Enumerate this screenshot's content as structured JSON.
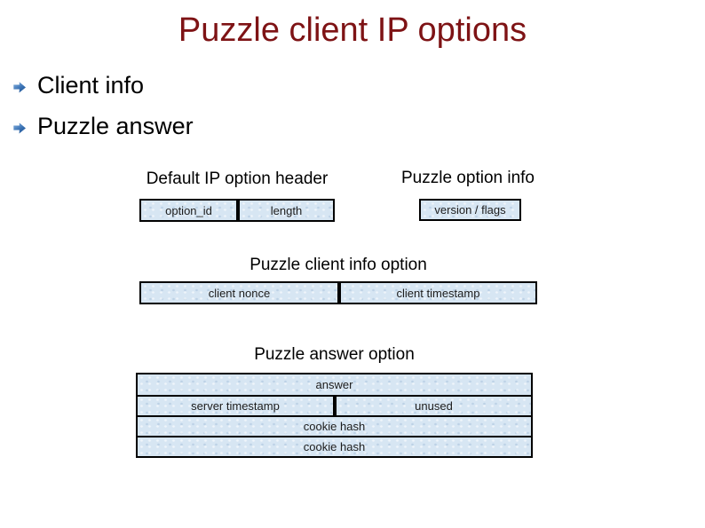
{
  "slide": {
    "title": "Puzzle client IP options",
    "bullets": [
      {
        "label": "Client info"
      },
      {
        "label": "Puzzle answer"
      }
    ]
  },
  "diagrams": {
    "default_header": {
      "title": "Default IP option header",
      "fields": [
        "option_id",
        "length"
      ]
    },
    "option_info": {
      "title": "Puzzle option info",
      "fields": [
        "version / flags"
      ]
    },
    "client_info": {
      "title": "Puzzle client info option",
      "fields": [
        "client nonce",
        "client timestamp"
      ]
    },
    "answer_option": {
      "title": "Puzzle answer option",
      "rows": [
        [
          "answer"
        ],
        [
          "server timestamp",
          "unused"
        ],
        [
          "cookie hash"
        ],
        [
          "cookie hash"
        ]
      ]
    }
  },
  "icons": {
    "bullet": "blue-3d-arrow-icon"
  },
  "colors": {
    "title": "#7e1315",
    "box_fill": "#d7e6f3",
    "box_border": "#000000",
    "bullet_arrow_dark": "#1c4e8c",
    "bullet_arrow_light": "#8fb9e4",
    "text": "#000000"
  }
}
